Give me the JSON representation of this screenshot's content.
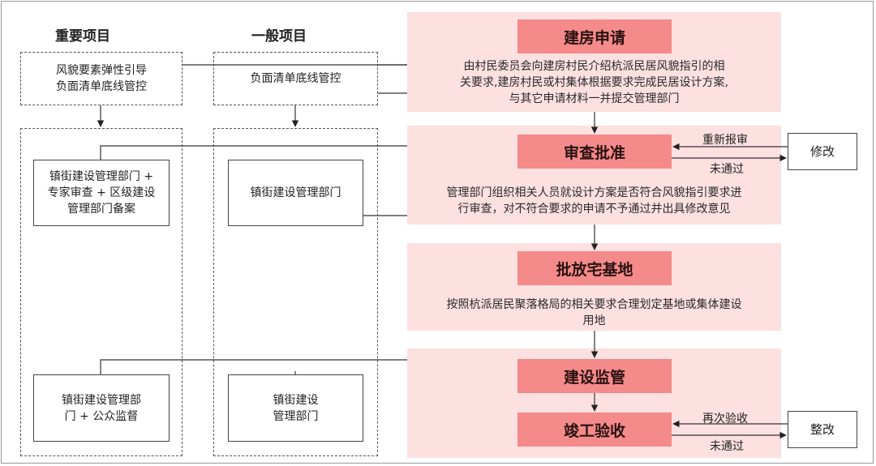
{
  "columns": {
    "important_header": "重要项目",
    "general_header": "一般项目",
    "important_top": "风貌要素弹性引导\n负面清单底线管控",
    "general_top": "负面清单底线管控",
    "important_review": "镇街建设管理部门 +\n专家审查 + 区级建设\n管理部门备案",
    "general_review": "镇街建设管理部门",
    "important_supervise": "镇街建设管理部\n门 + 公众监督",
    "general_supervise": "镇街建设\n管理部门"
  },
  "steps": [
    {
      "title": "建房申请",
      "desc": "由村民委员会向建房村民介绍杭派民居风貌指引的相\n关要求,建房村民或村集体根据要求完成民居设计方案,\n与其它申请材料一并提交管理部门"
    },
    {
      "title": "审查批准",
      "desc": "管理部门组织相关人员就设计方案是否符合风貌指引要求进\n行审查，对不符合要求的申请不予通过并出具修改意见"
    },
    {
      "title": "批放宅基地",
      "desc": "按照杭派居民聚落格局的相关要求合理划定基地或集体建设\n用地"
    },
    {
      "title": "建设监管",
      "desc": ""
    },
    {
      "title": "竣工验收",
      "desc": ""
    }
  ],
  "feedback": {
    "modify_box": "修改",
    "rereview_label": "重新报审",
    "fail_label_1": "未通过",
    "rectify_box": "整改",
    "recheck_label": "再次验收",
    "fail_label_2": "未通过"
  }
}
